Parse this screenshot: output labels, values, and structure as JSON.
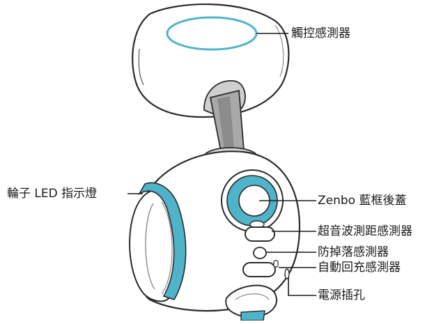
{
  "labels": {
    "touch_sensor": "觸控感測器",
    "wheel_led": "輪子 LED 指示燈",
    "bezel_cover": "Zenbo 藍框後蓋",
    "ultrasonic_sensor": "超音波測距感測器",
    "drop_sensor": "防掉落感測器",
    "auto_charge_sensor": "自動回充感測器",
    "power_port": "電源插孔"
  },
  "colors": {
    "accent_blue": "#4fb3c9",
    "outline": "#2a2a2a",
    "body_fill": "#ffffff",
    "neck_gray": "#a9a9a9"
  }
}
